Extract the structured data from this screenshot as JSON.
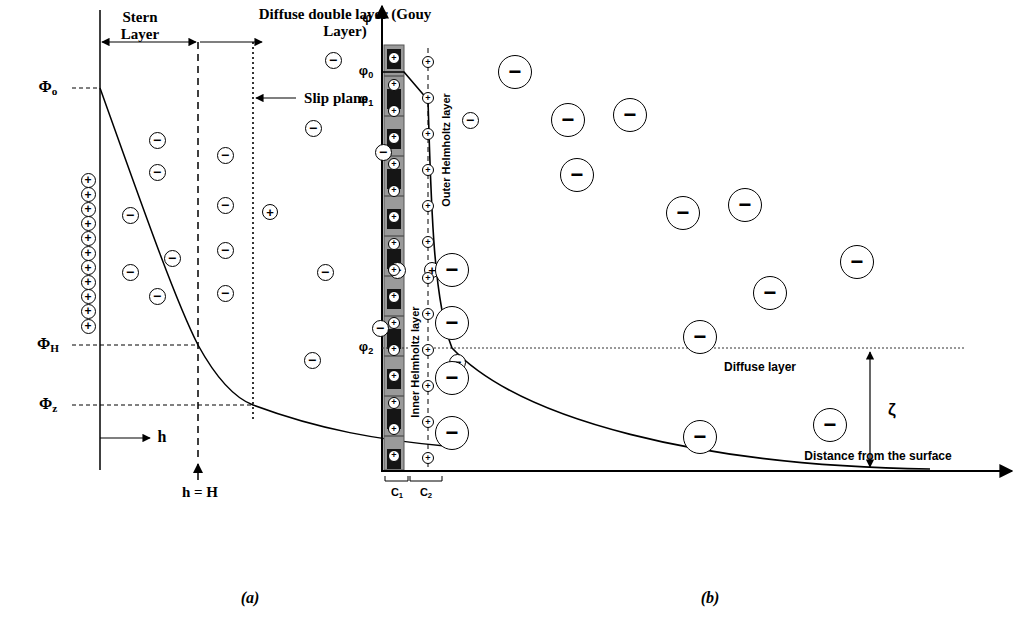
{
  "diagram": {
    "nodes": [
      {
        "text": [
          "+"
        ]
      },
      {
        "text": [
          "+"
        ]
      },
      {
        "text": [
          "+"
        ]
      },
      {
        "text": [
          "+"
        ]
      },
      {
        "text": [
          "+"
        ]
      },
      {
        "text": [
          "+"
        ]
      },
      {
        "text": [
          "+"
        ]
      },
      {
        "text": [
          "+"
        ]
      },
      {
        "text": [
          "+"
        ]
      },
      {
        "text": [
          "+"
        ]
      },
      {
        "text": [
          "+"
        ]
      },
      {
        "text": [
          "−"
        ]
      },
      {
        "text": [
          "−"
        ]
      },
      {
        "text": [
          "−"
        ]
      },
      {
        "text": [
          "−"
        ]
      },
      {
        "text": [
          "−"
        ]
      },
      {
        "text": [
          "−"
        ]
      },
      {
        "text": [
          "−"
        ]
      },
      {
        "text": [
          "−"
        ]
      },
      {
        "text": [
          "−"
        ]
      },
      {
        "text": [
          "−"
        ]
      },
      {
        "text": [
          "−"
        ]
      },
      {
        "text": [
          "−"
        ]
      },
      {
        "text": [
          "−"
        ]
      },
      {
        "text": [
          "−"
        ]
      },
      {
        "text": [
          "−"
        ]
      },
      {
        "text": [
          "−"
        ]
      },
      {
        "text": [
          "−"
        ]
      },
      {
        "text": [
          "−"
        ]
      },
      {
        "text": [
          "−"
        ]
      },
      {
        "text": [
          "+"
        ]
      },
      {
        "text": [
          "+"
        ]
      },
      {
        "text": [
          "+"
        ]
      },
      {
        "text": [
          "+"
        ]
      },
      {
        "text": [
          "+"
        ]
      },
      {
        "text": [
          "+"
        ]
      },
      {
        "text": [
          "+"
        ]
      },
      {
        "text": [
          "+"
        ]
      },
      {
        "text": [
          "+"
        ]
      },
      {
        "text": [
          "+"
        ]
      },
      {
        "text": [
          "+"
        ]
      },
      {
        "text": [
          "+"
        ]
      },
      {
        "text": [
          "+"
        ]
      },
      {
        "text": [
          "+"
        ]
      },
      {
        "text": [
          "+"
        ]
      },
      {
        "text": [
          "+"
        ]
      },
      {
        "text": [
          "+"
        ]
      },
      {
        "text": [
          "+"
        ]
      },
      {
        "text": [
          "+"
        ]
      },
      {
        "text": [
          "+"
        ]
      },
      {
        "text": [
          "+"
        ]
      },
      {
        "text": [
          "+"
        ]
      },
      {
        "text": [
          "+"
        ]
      },
      {
        "text": [
          "+"
        ]
      },
      {
        "text": [
          "+"
        ]
      },
      {
        "text": [
          "+"
        ]
      },
      {
        "text": [
          "+"
        ]
      },
      {
        "text": [
          "+"
        ]
      },
      {
        "text": [
          "+"
        ]
      },
      {
        "text": [
          "+"
        ]
      },
      {
        "text": [
          "−"
        ]
      },
      {
        "text": [
          "−"
        ]
      },
      {
        "text": [
          "−"
        ]
      },
      {
        "text": [
          "−"
        ]
      },
      {
        "text": [
          "−"
        ]
      },
      {
        "text": [
          "−"
        ]
      },
      {
        "text": [
          "−"
        ]
      },
      {
        "text": [
          "−"
        ]
      },
      {
        "text": [
          "−"
        ]
      },
      {
        "text": [
          "−"
        ]
      },
      {
        "text": [
          "−"
        ]
      },
      {
        "text": [
          "−"
        ]
      },
      {
        "text": [
          "−"
        ]
      },
      {
        "text": [
          "−"
        ]
      },
      {
        "text": [
          "−"
        ]
      }
    ],
    "labels": [
      "Stern Layer",
      "Diffuse double layer (Gouy Layer)",
      "Slip plane",
      "Φo",
      "ΦH",
      "Φz",
      "h",
      "h = H",
      "(a)",
      "φ",
      "φ0",
      "φ1",
      "φ2",
      "Inner Helmholtz layer",
      "Outer Helmholtz layer",
      "Diffuse layer",
      "ζ",
      "C1",
      "C2",
      "Distance from the surface",
      "(b)"
    ]
  }
}
